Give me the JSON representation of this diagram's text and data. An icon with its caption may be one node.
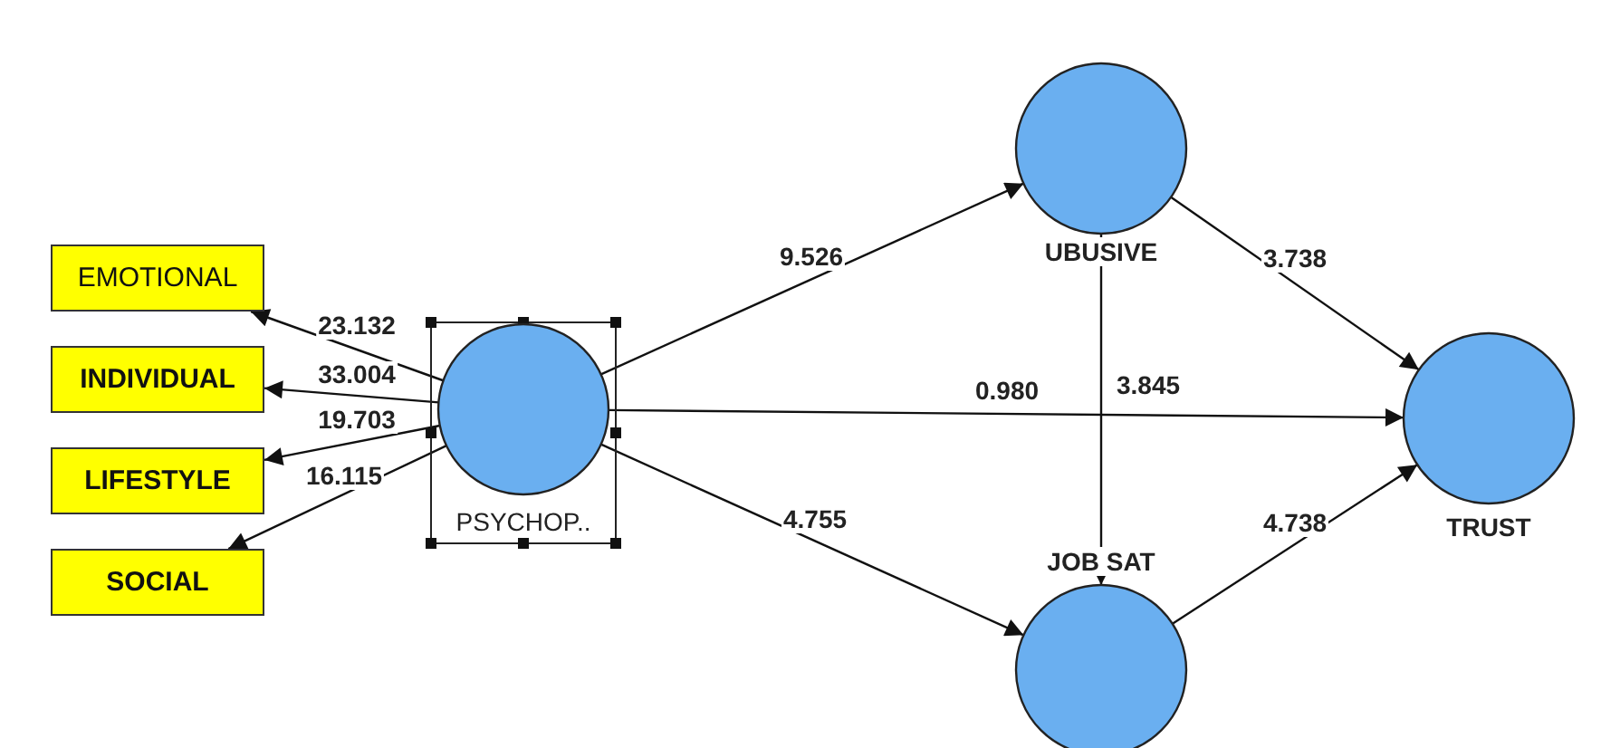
{
  "diagram": {
    "nodes": [
      {
        "text": [
          "EMOTIONAL"
        ]
      },
      {
        "text": [
          "INDIVIDUAL"
        ]
      },
      {
        "text": [
          "LIFESTYLE"
        ]
      },
      {
        "text": [
          "SOCIAL"
        ]
      },
      {
        "text": [
          "PSYCHOP.."
        ]
      },
      {
        "text": [
          "UBUSIVE"
        ]
      },
      {
        "text": [
          "JOB SAT"
        ]
      },
      {
        "text": [
          "TRUST"
        ]
      }
    ],
    "edges": [
      {
        "from": 4,
        "to": 0,
        "arrow": "to",
        "label": "23.132"
      },
      {
        "from": 4,
        "to": 1,
        "arrow": "to",
        "label": "33.004"
      },
      {
        "from": 4,
        "to": 2,
        "arrow": "to",
        "label": "19.703"
      },
      {
        "from": 4,
        "to": 3,
        "arrow": "to",
        "label": "16.115"
      },
      {
        "from": 4,
        "to": 5,
        "arrow": "to",
        "label": "9.526"
      },
      {
        "from": 4,
        "to": 7,
        "arrow": "to",
        "label": "0.980"
      },
      {
        "from": 4,
        "to": 6,
        "arrow": "to",
        "label": "4.755"
      },
      {
        "from": 5,
        "to": 7,
        "arrow": "to",
        "label": "3.738"
      },
      {
        "from": 5,
        "to": 6,
        "arrow": "to",
        "label": "3.845"
      },
      {
        "from": 6,
        "to": 7,
        "arrow": "to",
        "label": "4.738"
      }
    ]
  }
}
